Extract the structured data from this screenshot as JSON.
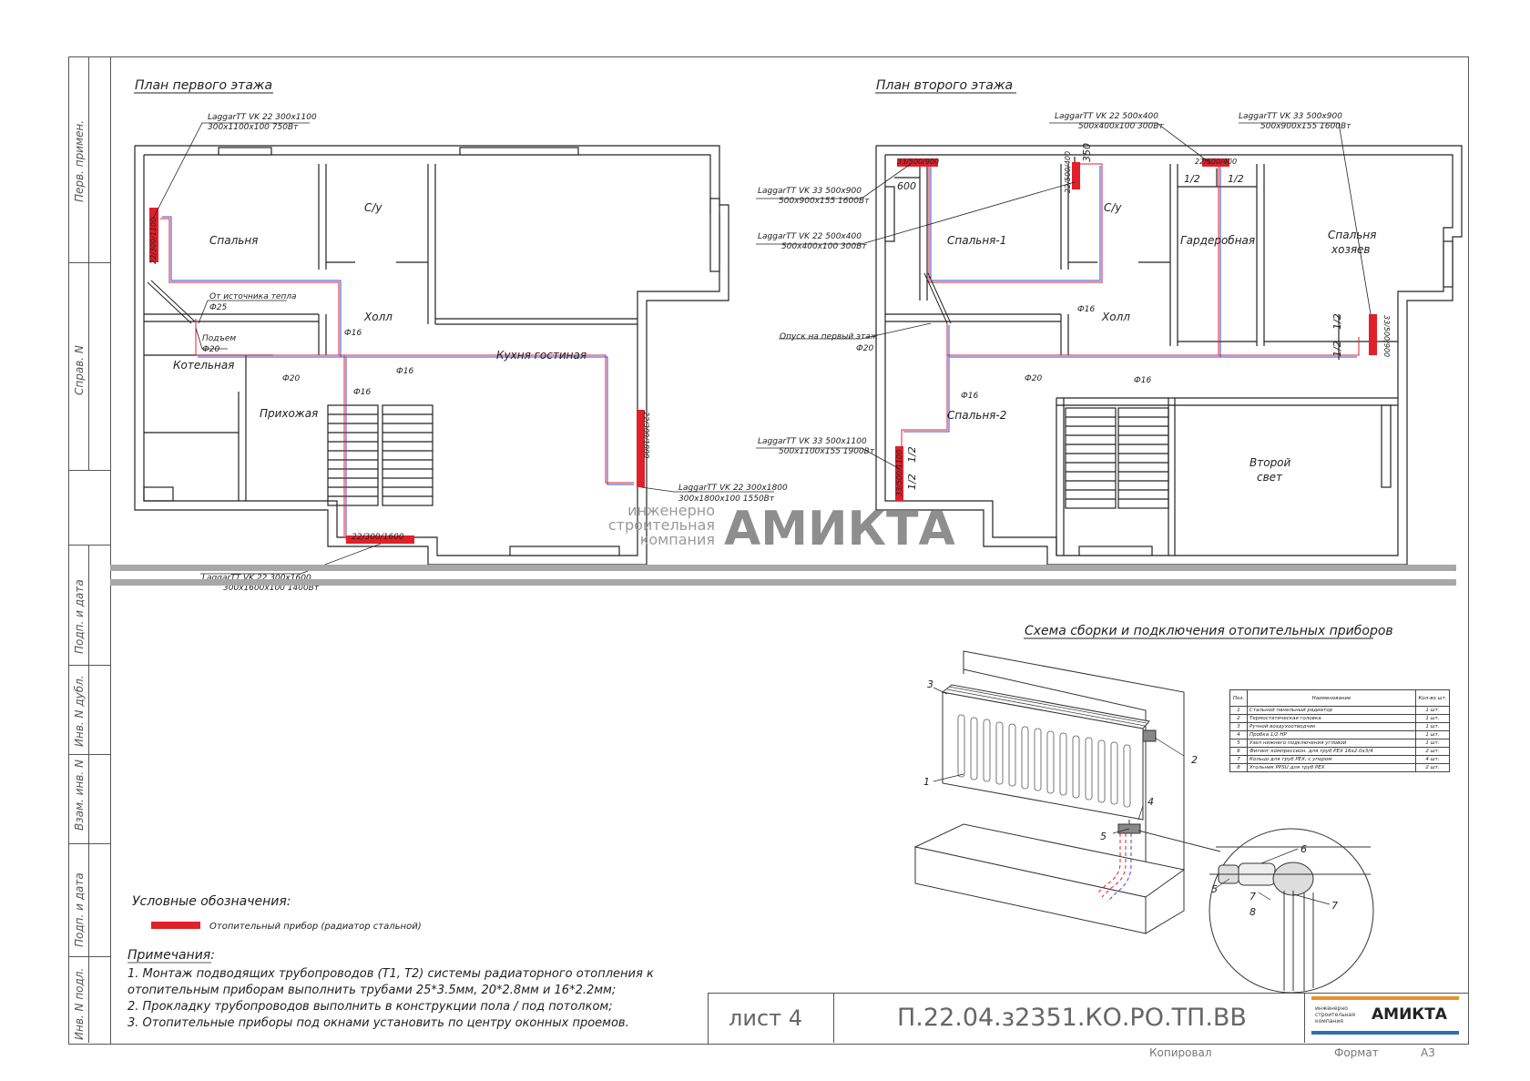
{
  "plans": {
    "first_floor_title": "План первого этажа",
    "second_floor_title": "План второго этажа"
  },
  "side_stamp": {
    "perv_primen": "Перв. примен.",
    "sprav_n": "Справ. N",
    "podp_data_1": "Подп. и дата",
    "inv_dubl": "Инв. N дубл.",
    "vzam_inv": "Взам. инв. N",
    "podp_data_2": "Подп. и дата",
    "inv_podl": "Инв. N подл."
  },
  "first_floor": {
    "rooms": {
      "bedroom": "Спальня",
      "wc": "С/у",
      "hall": "Холл",
      "boiler": "Котельная",
      "kitchen": "Кухня гостиная",
      "entry": "Прихожая"
    },
    "labels": {
      "from_source": "От источника тепла",
      "d25": "Ф25",
      "rise": "Подъем",
      "d20a": "Ф20",
      "d20b": "Ф20",
      "d16a": "Ф16",
      "d16b": "Ф16",
      "d16c": "Ф16"
    },
    "radiators": {
      "r1_title": "LaggarTT VK 22 300x1100",
      "r1_spec": "300x1100x100 750Вт",
      "r1_tag": "22/300/1100",
      "r2_title": "LaggarTT VK 22 300x1800",
      "r2_spec": "300x1800x100 1550Вт",
      "r2_tag": "22/300/1800",
      "r3_title": "LaggarTT VK 22 300x1600",
      "r3_spec": "300x1600x100 1400Вт",
      "r3_tag": "22/300/1600"
    }
  },
  "second_floor": {
    "rooms": {
      "bedroom1": "Спальня-1",
      "wc": "С/у",
      "wardrobe": "Гардеробная",
      "master_a": "Спальня",
      "master_b": "хозяев",
      "hall": "Холл",
      "bedroom2": "Спальня-2",
      "second_light_a": "Второй",
      "second_light_b": "свет"
    },
    "labels": {
      "descent": "Опуск на первый этаж",
      "d20a": "Ф20",
      "d20b": "Ф20",
      "d16a": "Ф16",
      "d16b": "Ф16",
      "d16c": "Ф16",
      "dim600": "600",
      "dim350": "350",
      "half1": "1/2",
      "half2": "1/2",
      "half3": "1/2",
      "half4": "1/2",
      "half5": "1/2",
      "half6": "1/2"
    },
    "radiators": {
      "r1_title": "LaggarTT VK 33 500x900",
      "r1_spec": "500x900x155 1600Вт",
      "r1_tag": "33/500/900",
      "r2_title": "LaggarTT VK 22 500x400",
      "r2_spec": "500x400x100 300Вт",
      "r2_tag": "22/500/400",
      "r3_title": "LaggarTT VK 22 500x400",
      "r3_spec": "500x400x100 300Вт",
      "r3_tag": "22/500/400",
      "r4_title": "LaggarTT VK 33 500x900",
      "r4_spec": "500x900x155 1600Вт",
      "r4_tag": "33/500/900",
      "r5_title": "LaggarTT VK 33 500x1100",
      "r5_spec": "500x1100x155 1900Вт",
      "r5_tag": "33/500/1100"
    }
  },
  "watermark": {
    "line1": "инженерно",
    "line2": "строительная",
    "line3": "компания",
    "brand": "АМИКТА"
  },
  "assembly": {
    "title": "Схема сборки и подключения отопительных приборов",
    "callouts": [
      "1",
      "2",
      "3",
      "4",
      "5",
      "5",
      "6",
      "7",
      "7",
      "8"
    ],
    "table": {
      "headers": [
        "Поз.",
        "Наименование",
        "Кол-во шт."
      ],
      "rows": [
        [
          "1",
          "Стальной панельный радиатор",
          "1 шт."
        ],
        [
          "2",
          "Термостатическая головка",
          "1 шт."
        ],
        [
          "3",
          "Ручной воздухоотводчик",
          "1 шт."
        ],
        [
          "4",
          "Пробка 1/2 НР",
          "1 шт."
        ],
        [
          "5",
          "Узел нижнего подключения угловой",
          "1 шт."
        ],
        [
          "6",
          "Фитинг компрессион. для труб PEX 16х2.0х3/4",
          "2 шт."
        ],
        [
          "7",
          "Кольцо для труб PEX, с упором",
          "4 шт."
        ],
        [
          "8",
          "Угольник PPSU для труб PEX",
          "2 шт."
        ]
      ]
    }
  },
  "legend": {
    "title": "Условные обозначения:",
    "radiator_label": "Отопительный прибор (радиатор стальной)",
    "radiator_color": "#e0202a"
  },
  "notes": {
    "title": "Примечания:",
    "n1a": "1. Монтаж подводящих трубопроводов (Т1, Т2) системы радиаторного отопления к",
    "n1b": "отопительным приборам выполнить трубами 25*3.5мм, 20*2.8мм и 16*2.2мм;",
    "n2": "2. Прокладку трубопроводов выполнить в конструкции пола / под потолком;",
    "n3": "3. Отопительные приборы под окнами установить по центру оконных проемов."
  },
  "title_block": {
    "sheet": "лист 4",
    "code": "П.22.04.з2351.КО.РО.ТП.ВВ",
    "logo_small": "инженерно строительная компания",
    "logo_brand": "АМИКТА",
    "copied": "Копировал",
    "format_label": "Формат",
    "format_value": "А3"
  },
  "colors": {
    "supply": "#e0202a",
    "return": "#3b44d6",
    "walls": "#222222",
    "separator": "#a8a8a8",
    "logo_orange": "#e8912a",
    "logo_blue": "#2d6fb7"
  }
}
